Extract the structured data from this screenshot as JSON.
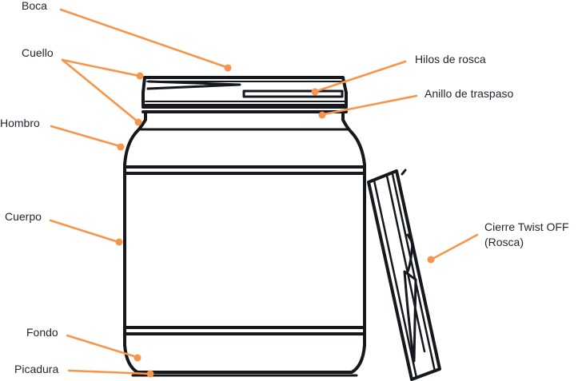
{
  "diagram": {
    "accent_color": "#f7954a",
    "ink_color": "#15181d",
    "labels": {
      "boca": "Boca",
      "cuello": "Cuello",
      "hombro": "Hombro",
      "cuerpo": "Cuerpo",
      "fondo": "Fondo",
      "picadura": "Picadura",
      "hilos_de_rosca": "Hilos de rosca",
      "anillo_de_traspaso": "Anillo de traspaso",
      "cierre_line1": "Cierre Twist OFF",
      "cierre_line2": "(Rosca)"
    }
  }
}
